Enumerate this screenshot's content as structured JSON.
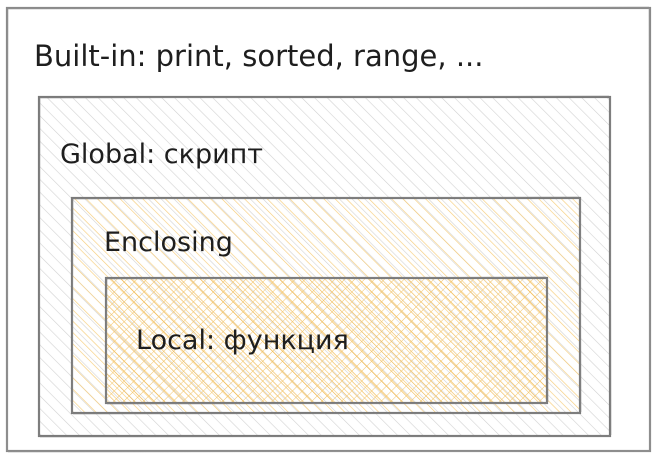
{
  "scopes": {
    "builtin": {
      "label": "Built-in: print, sorted, range, ..."
    },
    "global": {
      "label": "Global: скрипт"
    },
    "enclosing": {
      "label": "Enclosing"
    },
    "local": {
      "label": "Local: функция"
    }
  },
  "colors": {
    "stroke": "#7a7a7a",
    "text": "#1e1e1e",
    "hatch_gray": "#cfcfcf",
    "hatch_yellow": "#f5c86e",
    "hatch_orange": "#f0b84a"
  }
}
